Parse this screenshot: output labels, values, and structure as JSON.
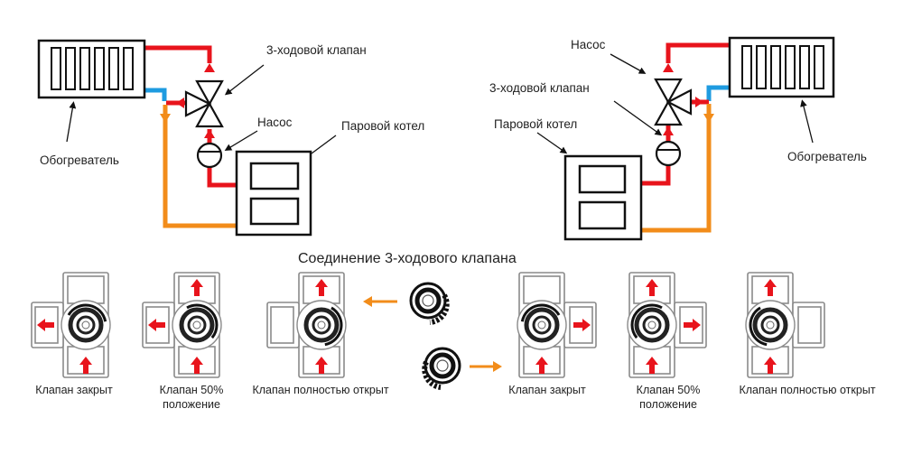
{
  "title": "Соединение 3-ходового клапана",
  "colors": {
    "supply": "#e8141c",
    "return": "#f28c1a",
    "cooled": "#1e9be0",
    "outline": "#111111",
    "valve_body": "#8a8a8a",
    "flow_arrow": "#e8141c",
    "connection_arrow": "#f28c1a"
  },
  "left_scheme": {
    "heater_label": "Обогреватель",
    "valve_label": "3-ходовой клапан",
    "pump_label": "Насос",
    "boiler_label": "Паровой котел"
  },
  "right_scheme": {
    "pump_label": "Насос",
    "valve_label": "3-ходовой клапан",
    "boiler_label": "Паровой котел",
    "heater_label": "Обогреватель"
  },
  "valve_states_left": [
    {
      "label": "Клапан закрыт",
      "outputs": [
        "left"
      ]
    },
    {
      "label_line1": "Клапан 50%",
      "label_line2": "положение",
      "outputs": [
        "left",
        "up"
      ]
    },
    {
      "label": "Клапан полностью открыт",
      "outputs": [
        "up"
      ]
    }
  ],
  "valve_states_right": [
    {
      "label": "Клапан закрыт",
      "outputs": [
        "right"
      ]
    },
    {
      "label_line1": "Клапан 50%",
      "label_line2": "положение",
      "outputs": [
        "right",
        "up"
      ]
    },
    {
      "label": "Клапан полностью открыт",
      "outputs": [
        "up"
      ]
    }
  ],
  "icons": {
    "heater": "radiator-icon",
    "valve": "three-way-valve-icon",
    "pump": "pump-icon",
    "boiler": "boiler-icon",
    "knob": "valve-knob-icon"
  }
}
